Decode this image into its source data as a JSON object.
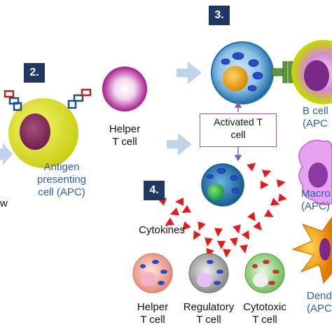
{
  "steps": {
    "step2": "2.",
    "step3": "3.",
    "step4": "4."
  },
  "labels": {
    "apc_line1": "Antigen",
    "apc_line2": "presenting",
    "apc_line3": "cell (APC)",
    "helper_line1": "Helper",
    "helper_line2": "T cell",
    "activated_line1": "Activated T",
    "activated_line2": "cell",
    "cytokines": "Cytokines",
    "bcell_line1": "B cell",
    "bcell_line2": "(APC",
    "macro_line1": "Macro",
    "macro_line2": "(APC)",
    "dend_line1": "Dend",
    "dend_line2": "(APC",
    "w_fragment": "w",
    "helper2_line1": "Helper",
    "helper2_line2": "T cell",
    "reg_line1": "Regulatory",
    "reg_line2": "T cell",
    "cyto_line1": "Cytotoxic",
    "cyto_line2": "T cell"
  },
  "colors": {
    "step_badge": "#1f3864",
    "apc_cell": "#e3e61c",
    "apc_nucleus": "#8b2e63",
    "helper_cell": "#b01fa0",
    "activated_cell": "#2f86c0",
    "activated_nucleus": "#f0a81a",
    "cytokine_arrow": "#e31b1b",
    "receptor_green": "#5b9a3a",
    "label_blue": "#2e5fa8",
    "flow_arrow": "#b8cfe8"
  }
}
